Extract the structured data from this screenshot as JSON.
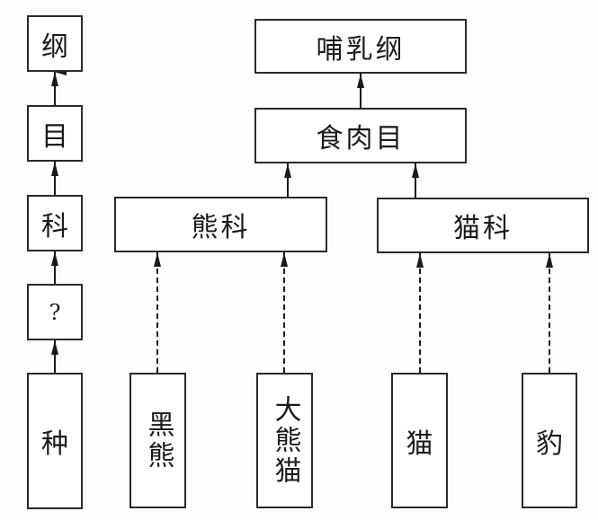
{
  "hierarchy": {
    "class": "纲",
    "order": "目",
    "family": "科",
    "unknown": "?",
    "species": "种"
  },
  "tree": {
    "class": "哺乳纲",
    "order": "食肉目",
    "families": [
      "熊科",
      "猫科"
    ],
    "species": [
      "黑熊",
      "大熊猫",
      "猫",
      "豹"
    ]
  }
}
